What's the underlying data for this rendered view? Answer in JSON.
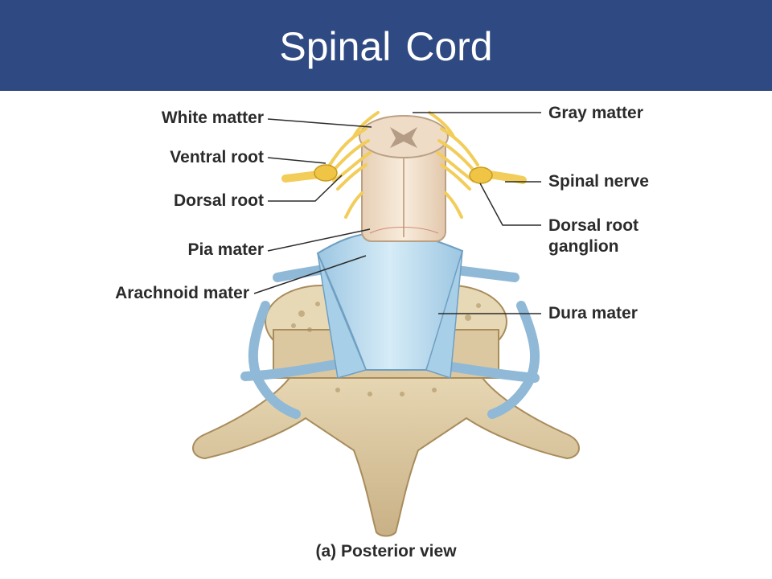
{
  "slide": {
    "title": "Spinal Cord"
  },
  "diagram": {
    "labels_left": [
      "White matter",
      "Ventral root",
      "Dorsal root",
      "Pia mater",
      "Arachnoid mater"
    ],
    "labels_right": [
      "Gray matter",
      "Spinal nerve",
      "Dorsal root",
      "ganglion",
      "Dura mater"
    ],
    "caption": "(a) Posterior view"
  },
  "colors": {
    "title_bar": "#2f4a82",
    "nerve": "#f2cd5a",
    "meninges": "#b9dbef",
    "bone": "#dcc9a0",
    "cord": "#f1e2cf"
  }
}
